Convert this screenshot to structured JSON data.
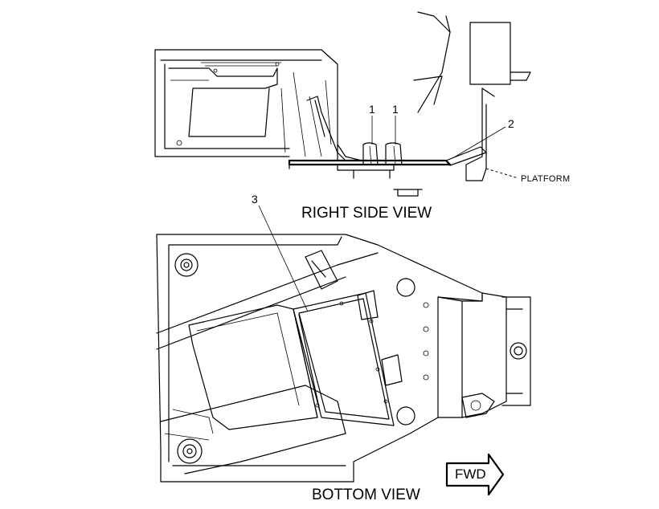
{
  "figure": {
    "views": {
      "right_side": "RIGHT SIDE VIEW",
      "bottom": "BOTTOM VIEW"
    },
    "callouts": {
      "item_1a": "1",
      "item_1b": "1",
      "item_2": "2",
      "item_3": "3"
    },
    "annotations": {
      "platform": "PLATFORM"
    },
    "direction_arrow": {
      "label": "FWD"
    },
    "colors": {
      "line": "#000000",
      "background": "#ffffff"
    }
  }
}
